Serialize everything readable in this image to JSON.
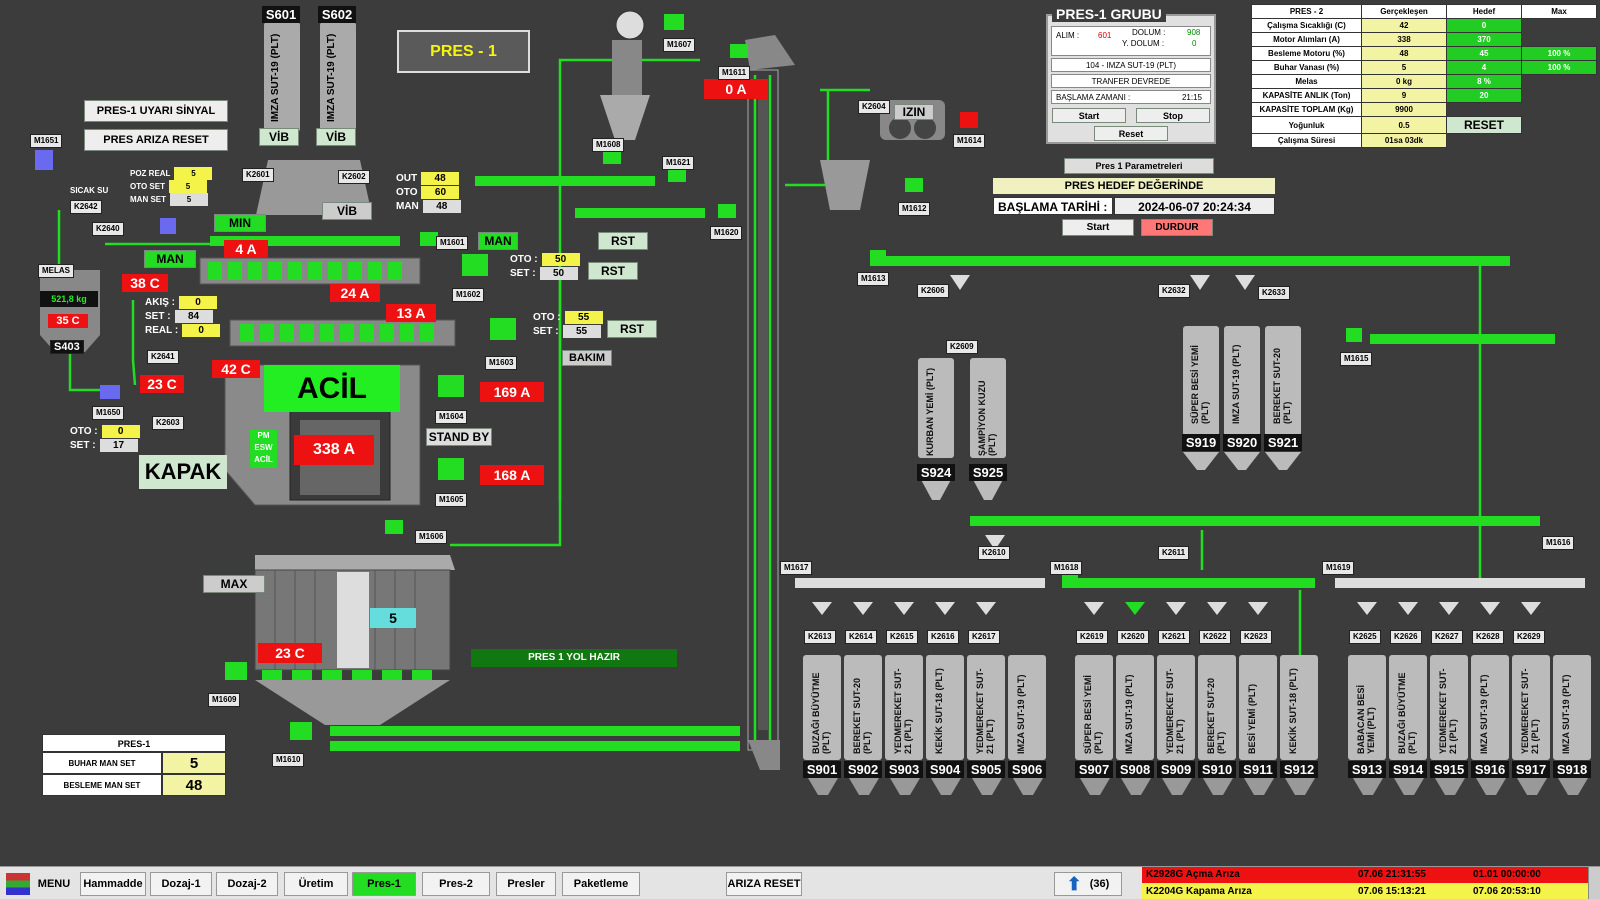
{
  "header": {
    "title": "PRES - 1",
    "warn_btn": "PRES-1 UYARI SİNYAL",
    "fault_reset_btn": "PRES ARIZA RESET",
    "acil": "ACİL",
    "kapak": "KAPAK",
    "stand_by": "STAND BY",
    "pm_esw_acil": "PM ESW ACİL",
    "yol_hazir": "PRES 1 YOL HAZIR",
    "bakim": "BAKIM"
  },
  "pres_group": {
    "title": "PRES-1 GRUBU",
    "alim_label": "ALIM :",
    "alim_value": "601",
    "dolum_label": "DOLUM :",
    "dolum_value": "908",
    "ydolum_label": "Y. DOLUM :",
    "ydolum_value": "0",
    "product": "104 - IMZA SUT-19 (PLT)",
    "transfer": "TRANFER DEVREDE",
    "start_time_label": "BAŞLAMA ZAMANI :",
    "start_time": "21:15",
    "start": "Start",
    "stop": "Stop",
    "reset": "Reset",
    "params": "Pres 1 Parametreleri",
    "hedef": "PRES HEDEF DEĞERİNDE",
    "baslama_label": "BAŞLAMA TARİHİ :",
    "baslama_value": "2024-06-07 20:24:34",
    "start2": "Start",
    "durdur": "DURDUR"
  },
  "pres2_table": {
    "headers": [
      "PRES - 2",
      "Gerçekleşen",
      "Hedef",
      "Max"
    ],
    "rows": [
      [
        "Çalışma Sıcaklığı (C)",
        "42",
        "0",
        ""
      ],
      [
        "Motor Alımları (A)",
        "338",
        "370",
        ""
      ],
      [
        "Besleme Motoru (%)",
        "48",
        "45",
        "100 %"
      ],
      [
        "Buhar Vanası (%)",
        "5",
        "4",
        "100 %"
      ],
      [
        "Melas",
        "0 kg",
        "8 %",
        ""
      ],
      [
        "KAPASİTE ANLIK (Ton)",
        "9",
        "20",
        ""
      ],
      [
        "KAPASİTE TOPLAM (Kg)",
        "9900",
        "",
        ""
      ],
      [
        "Yoğunluk",
        "0.5",
        "RESET",
        ""
      ],
      [
        "Çalışma Süresi",
        "01sa 03dk",
        "",
        ""
      ]
    ]
  },
  "amps": {
    "a_0": "0 A",
    "a_4": "4 A",
    "a_24": "24 A",
    "a_13": "13 A",
    "a_169": "169 A",
    "a_338": "338 A",
    "a_168": "168 A"
  },
  "temps": {
    "t38": "38 C",
    "t35": "35 C",
    "t23a": "23 C",
    "t42": "42 C",
    "t23b": "23 C"
  },
  "melas": {
    "label": "MELAS",
    "weight": "521,8 kg",
    "sicak_su": "SICAK SU"
  },
  "setpoints": {
    "poz_real": "5",
    "oto_set": "5",
    "man_set": "5",
    "out": "48",
    "oto": "60",
    "man": "48",
    "oto2": "50",
    "set2": "50",
    "oto3": "55",
    "set3": "55",
    "akis": "0",
    "set4": "84",
    "real": "0",
    "oto5": "0",
    "set5": "17",
    "level": "5"
  },
  "labels": {
    "poz_real": "POZ REAL",
    "oto_set": "OTO SET",
    "man_set": "MAN SET",
    "out": "OUT",
    "oto": "OTO",
    "man": "MAN",
    "set": "SET",
    "akis": "AKIŞ",
    "real": "REAL",
    "min": "MIN",
    "max": "MAX",
    "man_btn": "MAN",
    "vib": "VİB",
    "rst": "RST",
    "izin": "IZIN"
  },
  "pres1_box": {
    "title": "PRES-1",
    "buhar": "BUHAR MAN SET",
    "buhar_v": "5",
    "besleme": "BESLEME MAN SET",
    "besleme_v": "48"
  },
  "top_silos": [
    {
      "id": "S601",
      "name": "IMZA SUT-19 (PLT)"
    },
    {
      "id": "S602",
      "name": "IMZA SUT-19 (PLT)"
    }
  ],
  "mid_silos": [
    {
      "id": "S924",
      "name": "KURBAN YEMİ (PLT)"
    },
    {
      "id": "S925",
      "name": "ŞAMPİYON KUZU (PLT)"
    },
    {
      "id": "S919",
      "name": "SÜPER BESİ YEMİ (PLT)"
    },
    {
      "id": "S920",
      "name": "IMZA SUT-19 (PLT)"
    },
    {
      "id": "S921",
      "name": "BEREKET SUT-20 (PLT)"
    }
  ],
  "bottom_silos": [
    {
      "id": "S901",
      "name": "BUZAĞI BÜYÜTME (PLT)"
    },
    {
      "id": "S902",
      "name": "BEREKET SUT-20 (PLT)"
    },
    {
      "id": "S903",
      "name": "YEDMEREKET SUT-21 (PLT)"
    },
    {
      "id": "S904",
      "name": "KEKİK SUT-18 (PLT)"
    },
    {
      "id": "S905",
      "name": "YEDMEREKET SUT-21 (PLT)"
    },
    {
      "id": "S906",
      "name": "IMZA SUT-19 (PLT)"
    },
    {
      "id": "S907",
      "name": "SÜPER BESİ YEMİ (PLT)"
    },
    {
      "id": "S908",
      "name": "IMZA SUT-19 (PLT)"
    },
    {
      "id": "S909",
      "name": "YEDMEREKET SUT-21 (PLT)"
    },
    {
      "id": "S910",
      "name": "BEREKET SUT-20 (PLT)"
    },
    {
      "id": "S911",
      "name": "BESİ YEMİ (PLT)"
    },
    {
      "id": "S912",
      "name": "KEKİK SUT-18 (PLT)"
    },
    {
      "id": "S913",
      "name": "BABACAN BESİ YEMİ (PLT)"
    },
    {
      "id": "S914",
      "name": "BUZAĞI BÜYÜTME (PLT)"
    },
    {
      "id": "S915",
      "name": "YEDMEREKET SUT-21 (PLT)"
    },
    {
      "id": "S916",
      "name": "IMZA SUT-19 (PLT)"
    },
    {
      "id": "S917",
      "name": "YEDMEREKET SUT-21 (PLT)"
    },
    {
      "id": "S918",
      "name": "IMZA SUT-19 (PLT)"
    }
  ],
  "gates_bottom": [
    "K2613",
    "K2614",
    "K2615",
    "K2616",
    "K2617",
    "K2619",
    "K2620",
    "K2621",
    "K2622",
    "K2623",
    "K2625",
    "K2626",
    "K2627",
    "K2628",
    "K2629"
  ],
  "tags": {
    "M1651": "M1651",
    "K2642": "K2642",
    "K2640": "K2640",
    "S403": "S403",
    "M1650": "M1650",
    "K2641": "K2641",
    "K2603": "K2603",
    "K2601": "K2601",
    "K2602": "K2602",
    "M1601": "M1601",
    "M1602": "M1602",
    "M1603": "M1603",
    "M1604": "M1604",
    "M1605": "M1605",
    "M1606": "M1606",
    "M1609": "M1609",
    "M1610": "M1610",
    "M1607": "M1607",
    "M1608": "M1608",
    "M1621": "M1621",
    "M1620": "M1620",
    "M1611": "M1611",
    "K2604": "K2604",
    "M1614": "M1614",
    "M1612": "M1612",
    "M1613": "M1613",
    "K2606": "K2606",
    "K2609": "K2609",
    "K2632": "K2632",
    "K2633": "K2633",
    "M1615": "M1615",
    "M1616": "M1616",
    "K2610": "K2610",
    "K2611": "K2611",
    "M1617": "M1617",
    "M1618": "M1618",
    "M1619": "M1619"
  },
  "taskbar": {
    "menu": "MENU",
    "tabs": [
      "Hammadde",
      "Dozaj-1",
      "Dozaj-2",
      "Üretim",
      "Pres-1",
      "Pres-2",
      "Presler",
      "Paketleme"
    ],
    "ariza_reset": "ARIZA RESET",
    "count": "(36)",
    "alarms": [
      {
        "text": "K2928G Açma Arıza",
        "t1": "07.06 21:31:55",
        "t2": "01.01 00:00:00"
      },
      {
        "text": "K2204G Kapama Arıza",
        "t1": "07.06 15:13:21",
        "t2": "07.06 20:53:10"
      }
    ]
  },
  "colors": {
    "bg": "#3c3c3c",
    "green": "#22dd22",
    "red": "#ee1111",
    "yellow": "#f3f34a"
  }
}
